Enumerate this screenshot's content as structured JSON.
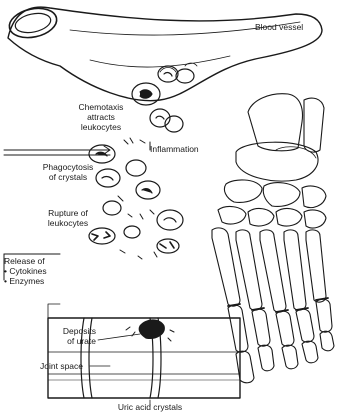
{
  "labels": {
    "blood_vessel": "Blood vessel",
    "chemotaxis": [
      "Chemotaxis",
      "attracts",
      "leukocytes"
    ],
    "inflammation": "Inflammation",
    "phagocytosis": [
      "Phagocytosis",
      "of crystals"
    ],
    "rupture": [
      "Rupture of",
      "leukocytes"
    ],
    "release": [
      "Release of",
      "• Cytokines",
      "• Enzymes"
    ],
    "deposits": [
      "Deposits",
      "of urate"
    ],
    "joint_space": "Joint space",
    "uric_acid": "Uric acid crystals"
  },
  "colors": {
    "ink": "#1a1a1a",
    "paper": "#ffffff"
  }
}
